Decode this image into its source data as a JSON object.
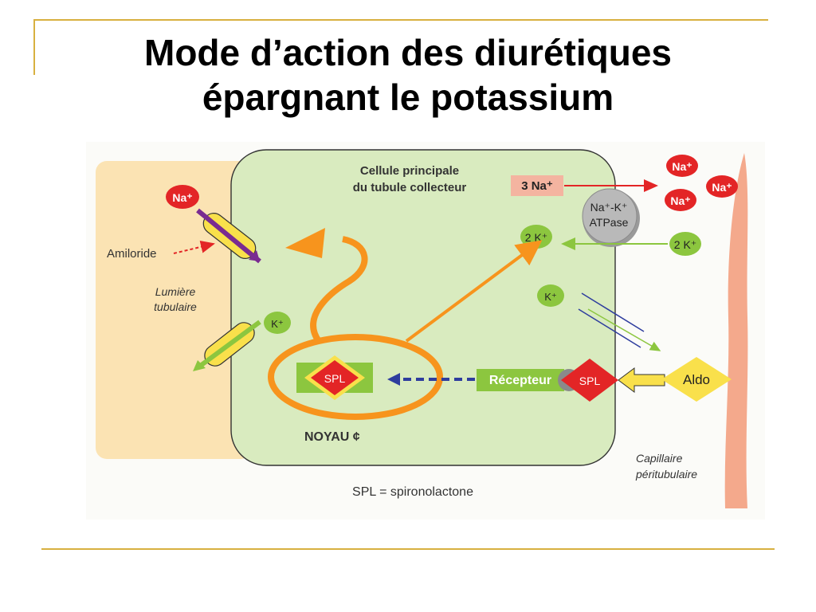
{
  "slide": {
    "title_line1": "Mode d’action des diurétiques",
    "title_line2": "épargnant le potassium"
  },
  "diagram": {
    "cell_label_line1": "Cellule principale",
    "cell_label_line2": "du tubule collecteur",
    "sodium_box": "3 Na⁺",
    "pump_line1": "Na⁺-K⁺",
    "pump_line2": "ATPase",
    "na_ion": "Na⁺",
    "k_ion": "K⁺",
    "k2_ion": "2 K⁺",
    "amiloride": "Amiloride",
    "lumen_line1": "Lumière",
    "lumen_line2": "tubulaire",
    "spl": "SPL",
    "receptor": "Récepteur",
    "aldo": "Aldo",
    "nucleus": "NOYAU ¢",
    "capillary_line1": "Capillaire",
    "capillary_line2": "péritubulaire",
    "legend": "SPL = spironolactone"
  },
  "colors": {
    "accent_line": "#d8b040",
    "lumen": "#fbe3b3",
    "cell": "#d9ebbf",
    "capillary": "#f4a98c",
    "ion_red": "#e32526",
    "ion_green": "#8cc63f",
    "arrow_orange": "#f7941d",
    "receptor_green": "#8cc63f",
    "aldo_yellow": "#f9e04b"
  }
}
